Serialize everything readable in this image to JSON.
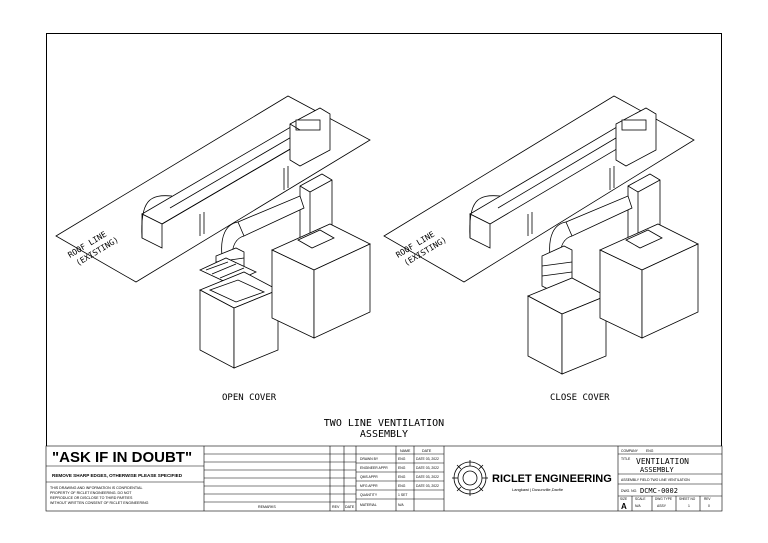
{
  "views": {
    "open_label": "OPEN COVER",
    "close_label": "CLOSE COVER",
    "roof_line_1": "ROOF LINE",
    "roof_line_2": "(EXISTING)"
  },
  "drawing_title_1": "TWO LINE VENTILATION",
  "drawing_title_2": "ASSEMBLY",
  "title_block": {
    "notice": "\"ASK IF IN DOUBT\"",
    "sharp_edges": "REMOVE SHARP EDGES, OTHERWISE PLEASE SPECIFIED",
    "note_lines": [
      "THIS DRAWING AND INFORMATION IS CONFIDENTIAL",
      "PROPERTY OF RICLET ENGINEERING. DO NOT",
      "REPRODUCE OR DISCLOSE TO THIRD PARTIES",
      "WITHOUT WRITTEN CONSENT OF RICLET ENGINEERING"
    ],
    "rev_headers": {
      "remarks": "REMARKS",
      "rev": "REV",
      "date": "DATE"
    },
    "sign_headers": {
      "name": "NAME",
      "date": "DATE"
    },
    "sign_rows": [
      {
        "label": "DRAWN BY",
        "name": "ENG",
        "date": "DATE 03, 2022"
      },
      {
        "label": "ENGINEER APPR",
        "name": "ENG",
        "date": "DATE 03, 2022"
      },
      {
        "label": "QMS APPR",
        "name": "ENG",
        "date": "DATE 03, 2022"
      },
      {
        "label": "MFG APPR",
        "name": "ENG",
        "date": "DATE 03, 2022"
      },
      {
        "label": "QUANTITY",
        "name": "1 SET",
        "date": ""
      },
      {
        "label": "MATERIAL",
        "name": "N/A",
        "date": ""
      }
    ],
    "company_name": "RICLET ENGINEERING",
    "company_sub": "Langkawi | Dusunville,Davfie",
    "info": {
      "company_label": "COMPANY",
      "company_value": "ENG",
      "title_label": "TITLE",
      "title_line1": "VENTILATION",
      "title_line2": "ASSEMBLY",
      "desc": "ASSEMBLY FIELD TWO LINE VENTILATION",
      "dwg_label": "DWG. NO.",
      "dwg_no": "DCMC-0002",
      "size_label": "SIZE",
      "size_value": "A",
      "scale_label": "SCALE",
      "scale_value": "N/A",
      "dwg_type_label": "DWG TYPE",
      "dwg_type_value": "ASSY",
      "sheet_label": "SHEET NO",
      "sheet_value": "1",
      "rev_label": "REV",
      "rev_value": "0"
    }
  }
}
